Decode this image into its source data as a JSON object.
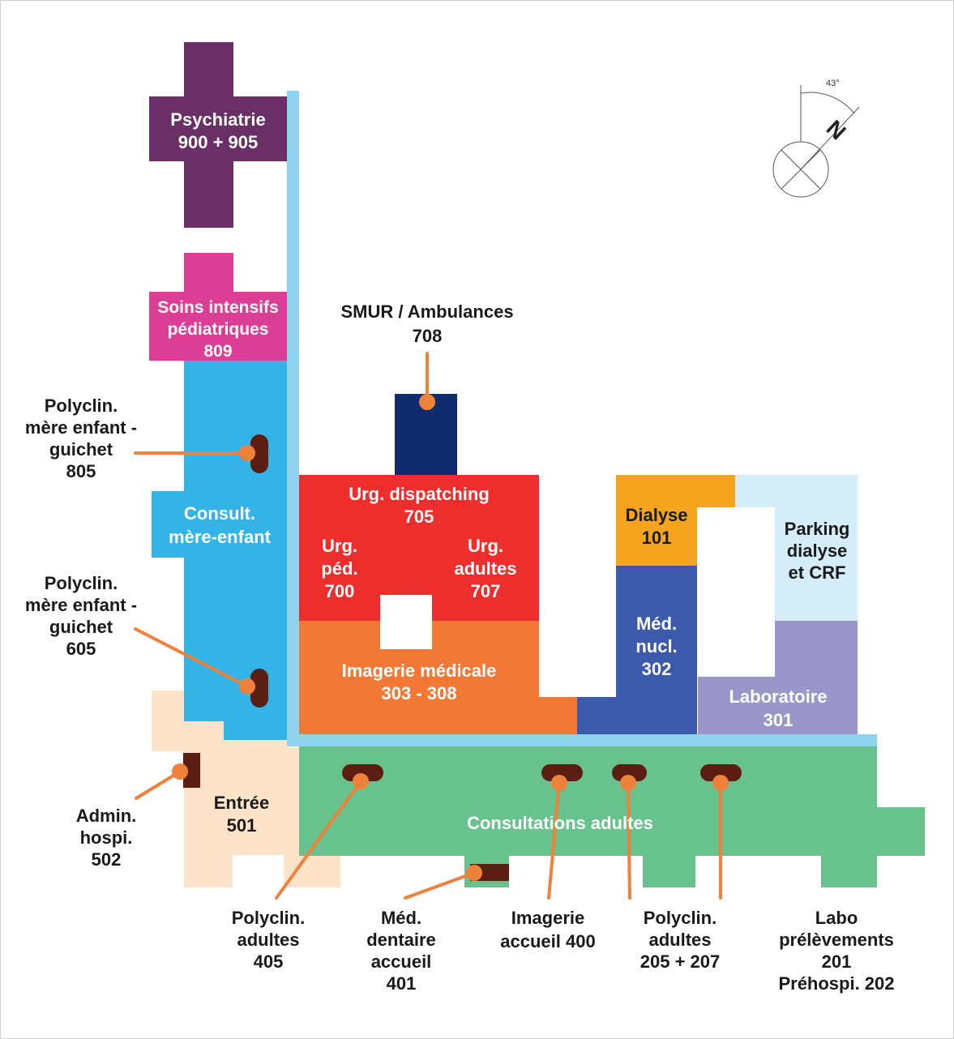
{
  "colors": {
    "psychiatrie": "#6a2f66",
    "soins": "#dd3e95",
    "consult_mere": "#34b3e6",
    "urgences": "#ee2e2d",
    "imagerie": "#f27935",
    "smur": "#0f2b6b",
    "dialyse": "#f5a51d",
    "med_nucl": "#3c5aab",
    "parking": "#d4edf8",
    "laboratoire": "#9a96c9",
    "entree": "#fde4c8",
    "consult_adultes": "#67c28d",
    "corridor": "#8fd3ef",
    "marker": "#5c1e12",
    "pointer": "#f0813a"
  },
  "compass": {
    "angle": "43°",
    "letter": "N"
  },
  "departments": {
    "psychiatrie": [
      "Psychiatrie",
      "900 + 905"
    ],
    "soins": [
      "Soins intensifs",
      "pédiatriques",
      "809"
    ],
    "consult_mere": [
      "Consult.",
      "mère-enfant"
    ],
    "urg_dispatch": [
      "Urg. dispatching",
      "705"
    ],
    "urg_ped": [
      "Urg.",
      "péd.",
      "700"
    ],
    "urg_adultes": [
      "Urg.",
      "adultes",
      "707"
    ],
    "imagerie": [
      "Imagerie médicale",
      "303 - 308"
    ],
    "dialyse": [
      "Dialyse",
      "101"
    ],
    "med_nucl": [
      "Méd.",
      "nucl.",
      "302"
    ],
    "parking": [
      "Parking",
      "dialyse",
      "et CRF"
    ],
    "laboratoire": [
      "Laboratoire",
      "301"
    ],
    "entree": [
      "Entrée",
      "501"
    ],
    "consult_adultes": [
      "Consultations adultes"
    ]
  },
  "callouts": {
    "smur": [
      "SMUR / Ambulances",
      "708"
    ],
    "poly805": [
      "Polyclin.",
      "mère enfant -",
      "guichet",
      "805"
    ],
    "poly605": [
      "Polyclin.",
      "mère enfant -",
      "guichet",
      "605"
    ],
    "admin": [
      "Admin.",
      "hospi.",
      "502"
    ],
    "poly405": [
      "Polyclin.",
      "adultes",
      "405"
    ],
    "dentaire": [
      "Méd.",
      "dentaire",
      "accueil",
      "401"
    ],
    "imagerie400": [
      "Imagerie",
      "accueil 400"
    ],
    "poly205": [
      "Polyclin.",
      "adultes",
      "205 + 207"
    ],
    "labo201": [
      "Labo",
      "prélèvements",
      "201",
      "Préhospi. 202"
    ]
  }
}
